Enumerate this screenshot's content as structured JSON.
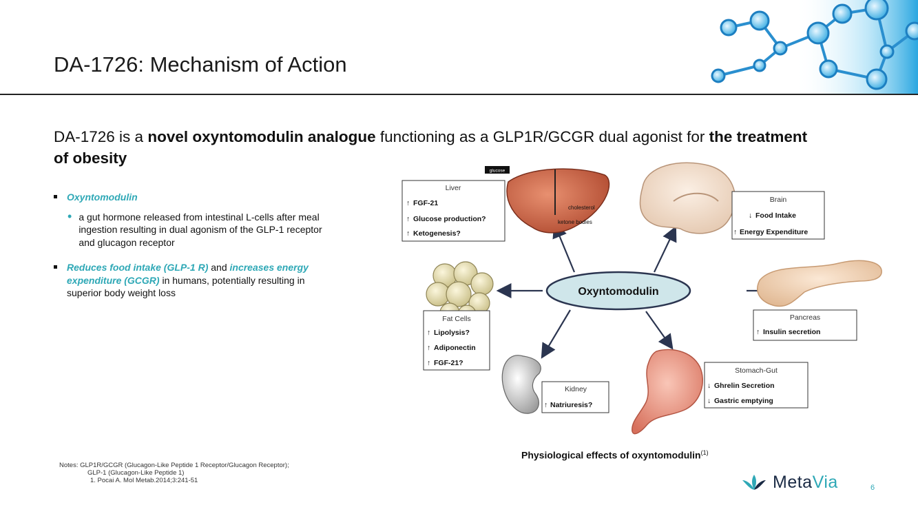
{
  "slide": {
    "title": "DA-1726: Mechanism of Action",
    "page_number": "6"
  },
  "headline": {
    "part1": "DA-1726 is a ",
    "bold1": "novel oxyntomodulin analogue",
    "part2": " functioning as a GLP1R/GCGR dual agonist for ",
    "bold2": "the treatment of obesity"
  },
  "bullets": {
    "b1_title": "Oxyntomodulin",
    "b1_sub": "a gut hormone released from intestinal L-cells after meal ingestion resulting in dual agonism of the GLP-1 receptor and glucagon receptor",
    "b2_teal1": "Reduces food intake (GLP-1 R)",
    "b2_and": " and ",
    "b2_teal2": "increases energy expenditure (GCGR)",
    "b2_rest": " in humans, potentially resulting in superior body weight loss"
  },
  "diagram": {
    "center": "Oxyntomodulin",
    "liver": {
      "title": "Liver",
      "items": [
        "FGF-21",
        "Glucose production?",
        "Ketogenesis?"
      ]
    },
    "liver_labels": {
      "glucose": "glucose",
      "cholesterol": "cholesterol",
      "ketone": "ketone bodies"
    },
    "brain": {
      "title": "Brain",
      "items": [
        "Food Intake",
        "Energy Expenditure"
      ]
    },
    "fat": {
      "title": "Fat Cells",
      "items": [
        "Lipolysis?",
        "Adiponectin",
        "FGF-21?"
      ]
    },
    "pancreas": {
      "title": "Pancreas",
      "items": [
        "Insulin secretion"
      ]
    },
    "kidney": {
      "title": "Kidney",
      "items": [
        "Natriuresis?"
      ]
    },
    "stomach": {
      "title": "Stomach-Gut",
      "items": [
        "Ghrelin Secretion",
        "Gastric emptying"
      ]
    },
    "arrows": {
      "up": "↑",
      "down": "↓"
    }
  },
  "caption": {
    "text": "Physiological effects of oxyntomodulin",
    "sup": "(1)"
  },
  "notes": {
    "line1": "Notes:  GLP1R/GCGR (Glucagon-Like Peptide 1 Receptor/Glucagon Receptor);",
    "line2": "GLP-1 (Glucagon-Like Peptide 1)",
    "line3": "1. Pocai A. Mol Metab.2014;3:241-51"
  },
  "logo": {
    "meta": "Meta",
    "via": "Via"
  },
  "colors": {
    "accent": "#2ea8b6",
    "center_fill": "#cfe6ea",
    "molecule": "#2aa6e0"
  }
}
